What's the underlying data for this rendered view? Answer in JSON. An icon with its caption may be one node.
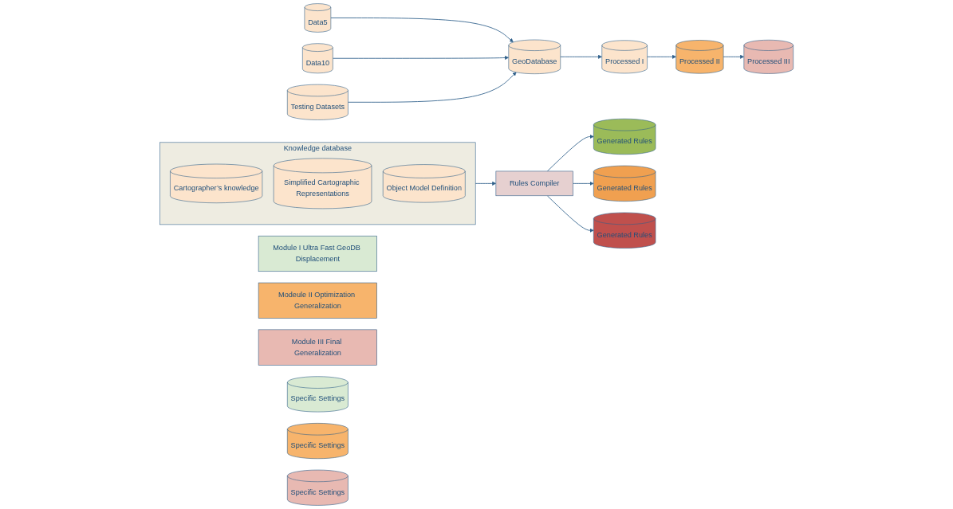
{
  "diagram": {
    "nodes": [
      {
        "text": [
          "Data5"
        ]
      },
      {
        "text": [
          "Data10"
        ]
      },
      {
        "text": [
          "Testing Datasets"
        ]
      },
      {
        "text": [
          "GeoDatabase"
        ]
      },
      {
        "text": [
          "Processed I"
        ]
      },
      {
        "text": [
          "Processed II"
        ]
      },
      {
        "text": [
          "Processed III"
        ]
      },
      {
        "text": [
          "Knowledge database"
        ]
      },
      {
        "text": [
          "Cartographer’s knowledge"
        ],
        "in": 7
      },
      {
        "text": [
          "Simplified Cartographic Representations"
        ],
        "in": 7
      },
      {
        "text": [
          "Object Model Definition"
        ],
        "in": 7
      },
      {
        "text": [
          "Module I Ultra Fast GeoDB Displacement"
        ]
      },
      {
        "text": [
          "Modeule II Optimization Generalization"
        ]
      },
      {
        "text": [
          "Module III Final Generalization"
        ]
      },
      {
        "text": [
          "Specific Settings"
        ]
      },
      {
        "text": [
          "Specific Settings"
        ]
      },
      {
        "text": [
          "Specific Settings"
        ]
      },
      {
        "text": [
          "Generated Rules"
        ]
      },
      {
        "text": [
          "Generated Rules"
        ]
      },
      {
        "text": [
          "Generated Rules"
        ]
      },
      {
        "text": [
          "Rules Compiler"
        ]
      }
    ],
    "edges": [
      {
        "from": 0,
        "to": 3,
        "arrow": "to"
      },
      {
        "from": 1,
        "to": 3,
        "arrow": "to"
      },
      {
        "from": 2,
        "to": 3,
        "arrow": "to"
      },
      {
        "from": 3,
        "to": 4,
        "arrow": "to"
      },
      {
        "from": 4,
        "to": 5,
        "arrow": "to"
      },
      {
        "from": 5,
        "to": 6,
        "arrow": "to"
      },
      {
        "from": 7,
        "to": 20,
        "arrow": "to"
      },
      {
        "from": 20,
        "to": 17,
        "arrow": "to"
      },
      {
        "from": 20,
        "to": 18,
        "arrow": "to"
      },
      {
        "from": 20,
        "to": 19,
        "arrow": "to"
      }
    ]
  }
}
